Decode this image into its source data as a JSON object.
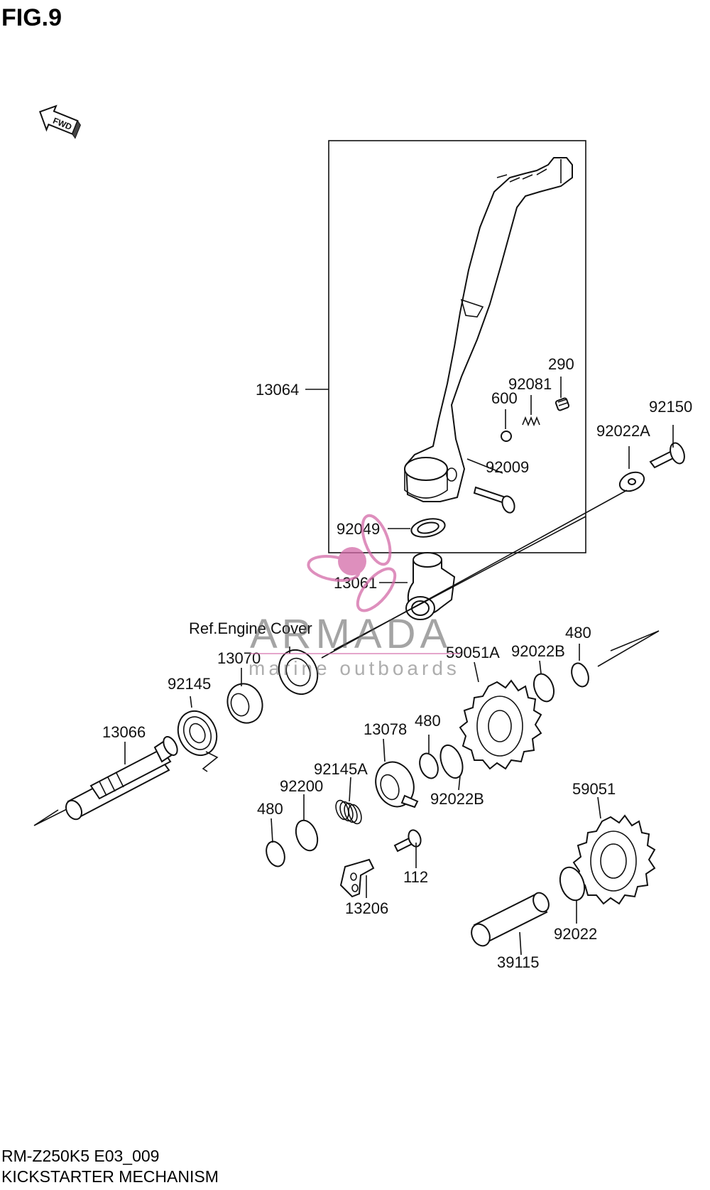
{
  "figure": {
    "title": "FIG.9"
  },
  "direction_badge": {
    "text": "FWD",
    "icon": "forward-arrow-icon"
  },
  "reference": {
    "text": "Ref.Engine Cover"
  },
  "footer": {
    "model_code": "RM-Z250K5 E03_009",
    "section_name": "KICKSTARTER MECHANISM"
  },
  "watermark": {
    "brand": "ARMADA",
    "tagline": "marine outboards",
    "logo_icon": "propeller-logo-icon",
    "color": "#d46aa8"
  },
  "parts": [
    {
      "id": "13064",
      "label": "13064"
    },
    {
      "id": "290",
      "label": "290"
    },
    {
      "id": "92081",
      "label": "92081"
    },
    {
      "id": "600",
      "label": "600"
    },
    {
      "id": "92150",
      "label": "92150"
    },
    {
      "id": "92022A",
      "label": "92022A"
    },
    {
      "id": "92009",
      "label": "92009"
    },
    {
      "id": "92049",
      "label": "92049"
    },
    {
      "id": "13061",
      "label": "13061"
    },
    {
      "id": "13070",
      "label": "13070"
    },
    {
      "id": "59051A",
      "label": "59051A"
    },
    {
      "id": "92022B-upper",
      "label": "92022B"
    },
    {
      "id": "480-upper",
      "label": "480"
    },
    {
      "id": "92145",
      "label": "92145"
    },
    {
      "id": "13066",
      "label": "13066"
    },
    {
      "id": "13078",
      "label": "13078"
    },
    {
      "id": "480-middle",
      "label": "480"
    },
    {
      "id": "92145A",
      "label": "92145A"
    },
    {
      "id": "92200",
      "label": "92200"
    },
    {
      "id": "92022B-lower",
      "label": "92022B"
    },
    {
      "id": "480-lower",
      "label": "480"
    },
    {
      "id": "59051",
      "label": "59051"
    },
    {
      "id": "112",
      "label": "112"
    },
    {
      "id": "13206",
      "label": "13206"
    },
    {
      "id": "92022",
      "label": "92022"
    },
    {
      "id": "39115",
      "label": "39115"
    }
  ]
}
